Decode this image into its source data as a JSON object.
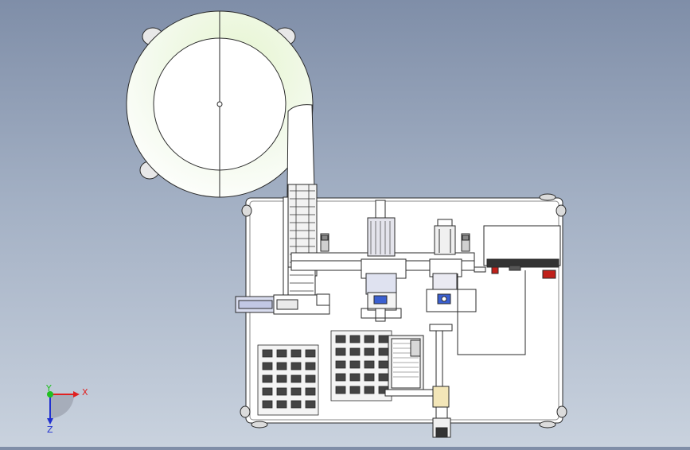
{
  "triad": {
    "x_label": "X",
    "y_label": "Y",
    "z_label": "Z",
    "x_color": "#e02020",
    "y_color": "#20c020",
    "z_color": "#2030d0"
  },
  "colors": {
    "background_top": "#7f8ea8",
    "background_bottom": "#c9d2de",
    "model_fill": "#ffffff",
    "bowl_tint": "#dff0c8",
    "edge": "#2a2a2a",
    "accent_blue": "#3a5fd0",
    "accent_red": "#c0201a"
  }
}
